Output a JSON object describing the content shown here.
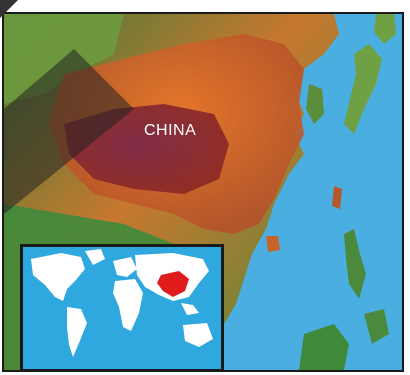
{
  "map": {
    "region_label": "CHINA",
    "colors": {
      "ocean": "#4aaee0",
      "lowland": "#3f8a3a",
      "highland": "#e07a2a",
      "china_highlight": "#8a1f2a",
      "inset_ocean": "#2fa8df",
      "inset_land": "#ffffff",
      "inset_highlight": "#e01b1b"
    },
    "inset": {
      "type": "world-locator",
      "highlighted_country": "China"
    }
  }
}
